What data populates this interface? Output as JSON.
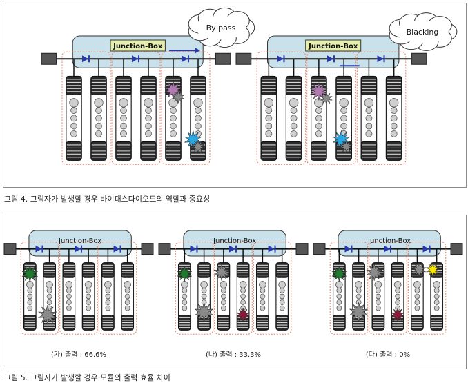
{
  "figure4": {
    "caption": "그림 4. 그림자가 발생할 경우 바이패스다이오드의 역할과 중요성",
    "panels": [
      {
        "junction_label": "Junction-Box",
        "cloud_label": "By pass"
      },
      {
        "junction_label": "Junction-Box",
        "cloud_label": "Blacking"
      }
    ]
  },
  "figure5": {
    "caption": "그림 5. 그림자가 발생할 경우 모듈의 출력 효율 차이",
    "panels": [
      {
        "junction_label": "Junction-Box",
        "output_label": "(가) 출력 : 66.6%"
      },
      {
        "junction_label": "Junction-Box",
        "output_label": "(나) 출력 : 33.3%"
      },
      {
        "junction_label": "Junction-Box",
        "output_label": "(다) 출력 : 0%"
      }
    ]
  },
  "colors": {
    "junction_fill": "#c9e1ea",
    "diode_blue": "#2a3aa8",
    "string_dash": "#e07a5f",
    "shadow_purple": "#b07ab0",
    "shadow_cyan": "#29a7e0",
    "shadow_green": "#1f7a2e",
    "shadow_gray": "#8a8a8a",
    "shadow_maroon": "#8b1a3a",
    "shadow_yellow": "#f5e400"
  }
}
